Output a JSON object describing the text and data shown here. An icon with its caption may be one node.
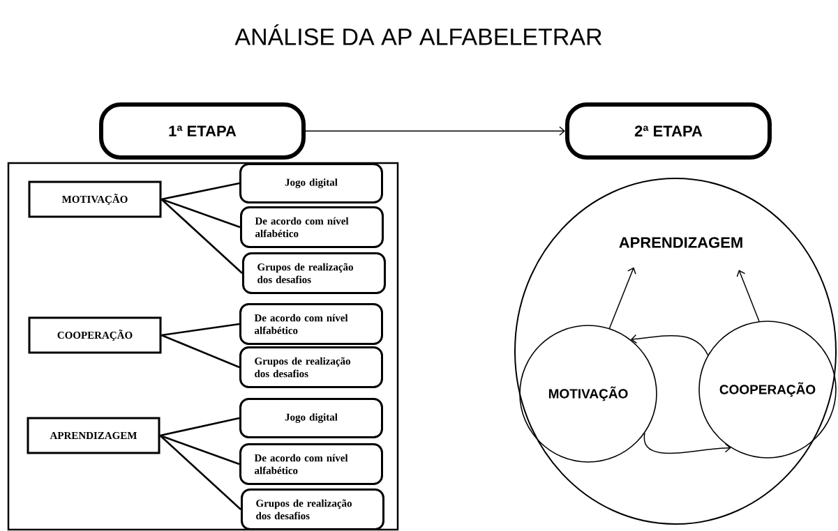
{
  "diagram": {
    "title": "ANÁLISE DA AP ALFABELETRAR",
    "nodes": [
      {
        "text": [
          "1ª ETAPA"
        ]
      },
      {
        "text": [
          "2ª ETAPA"
        ]
      },
      {
        "text": [],
        "shape": "box"
      },
      {
        "text": [
          "MOTIVAÇÃO"
        ],
        "in": 2
      },
      {
        "text": [
          "Jogo digital"
        ],
        "in": 2
      },
      {
        "text": [
          "De acordo com nível alfabético"
        ],
        "in": 2
      },
      {
        "text": [
          "Grupos de realização dos desafios"
        ],
        "in": 2
      },
      {
        "text": [
          "COOPERAÇÃO"
        ],
        "in": 2
      },
      {
        "text": [
          "De acordo com nível alfabético"
        ],
        "in": 2
      },
      {
        "text": [
          "Grupos de realização dos desafios"
        ],
        "in": 2
      },
      {
        "text": [
          "APRENDIZAGEM"
        ],
        "in": 2
      },
      {
        "text": [
          "Jogo digital"
        ],
        "in": 2
      },
      {
        "text": [
          "De acordo com nível alfabético"
        ],
        "in": 2
      },
      {
        "text": [
          "Grupos de realização dos desafios"
        ],
        "in": 2
      },
      {
        "text": [],
        "shape": "circle"
      },
      {
        "text": [
          "APRENDIZAGEM"
        ],
        "in": 14
      },
      {
        "text": [
          "MOTIVAÇÃO"
        ],
        "in": 14
      },
      {
        "text": [
          "COOPERAÇÃO"
        ],
        "in": 14
      }
    ],
    "edges": [
      {
        "from": 0,
        "to": 1,
        "arrow": "to"
      },
      {
        "from": 3,
        "to": 4,
        "arrow": "none"
      },
      {
        "from": 3,
        "to": 5,
        "arrow": "none"
      },
      {
        "from": 3,
        "to": 6,
        "arrow": "none"
      },
      {
        "from": 7,
        "to": 8,
        "arrow": "none"
      },
      {
        "from": 7,
        "to": 9,
        "arrow": "none"
      },
      {
        "from": 10,
        "to": 11,
        "arrow": "none"
      },
      {
        "from": 10,
        "to": 12,
        "arrow": "none"
      },
      {
        "from": 10,
        "to": 13,
        "arrow": "none"
      },
      {
        "from": 16,
        "to": 15,
        "arrow": "to"
      },
      {
        "from": 17,
        "to": 15,
        "arrow": "to"
      },
      {
        "from": 17,
        "to": 16,
        "arrow": "to"
      },
      {
        "from": 16,
        "to": 17,
        "arrow": "to"
      }
    ]
  }
}
